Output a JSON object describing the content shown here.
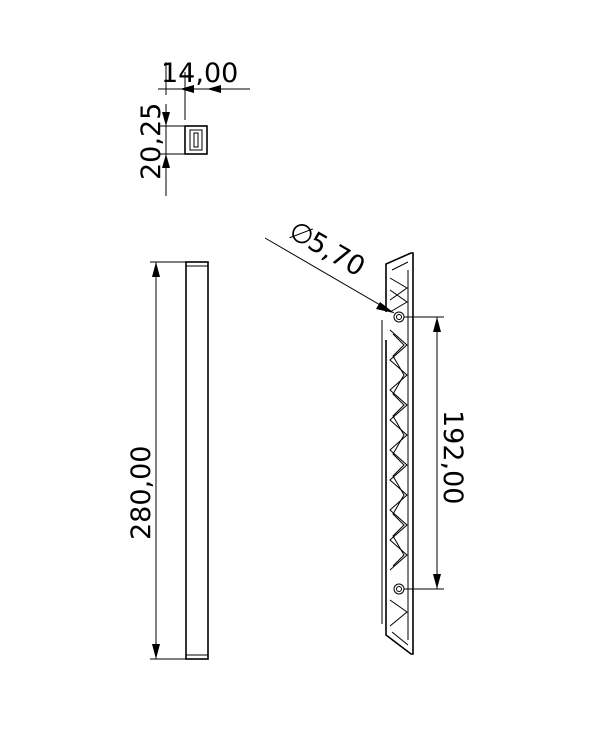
{
  "dimensions": {
    "width_top": "14,00",
    "height_top": "20,25",
    "length": "280,00",
    "hole_spacing": "192,00",
    "hole_diameter": "5,70"
  },
  "symbols": {
    "diameter": "∅"
  }
}
